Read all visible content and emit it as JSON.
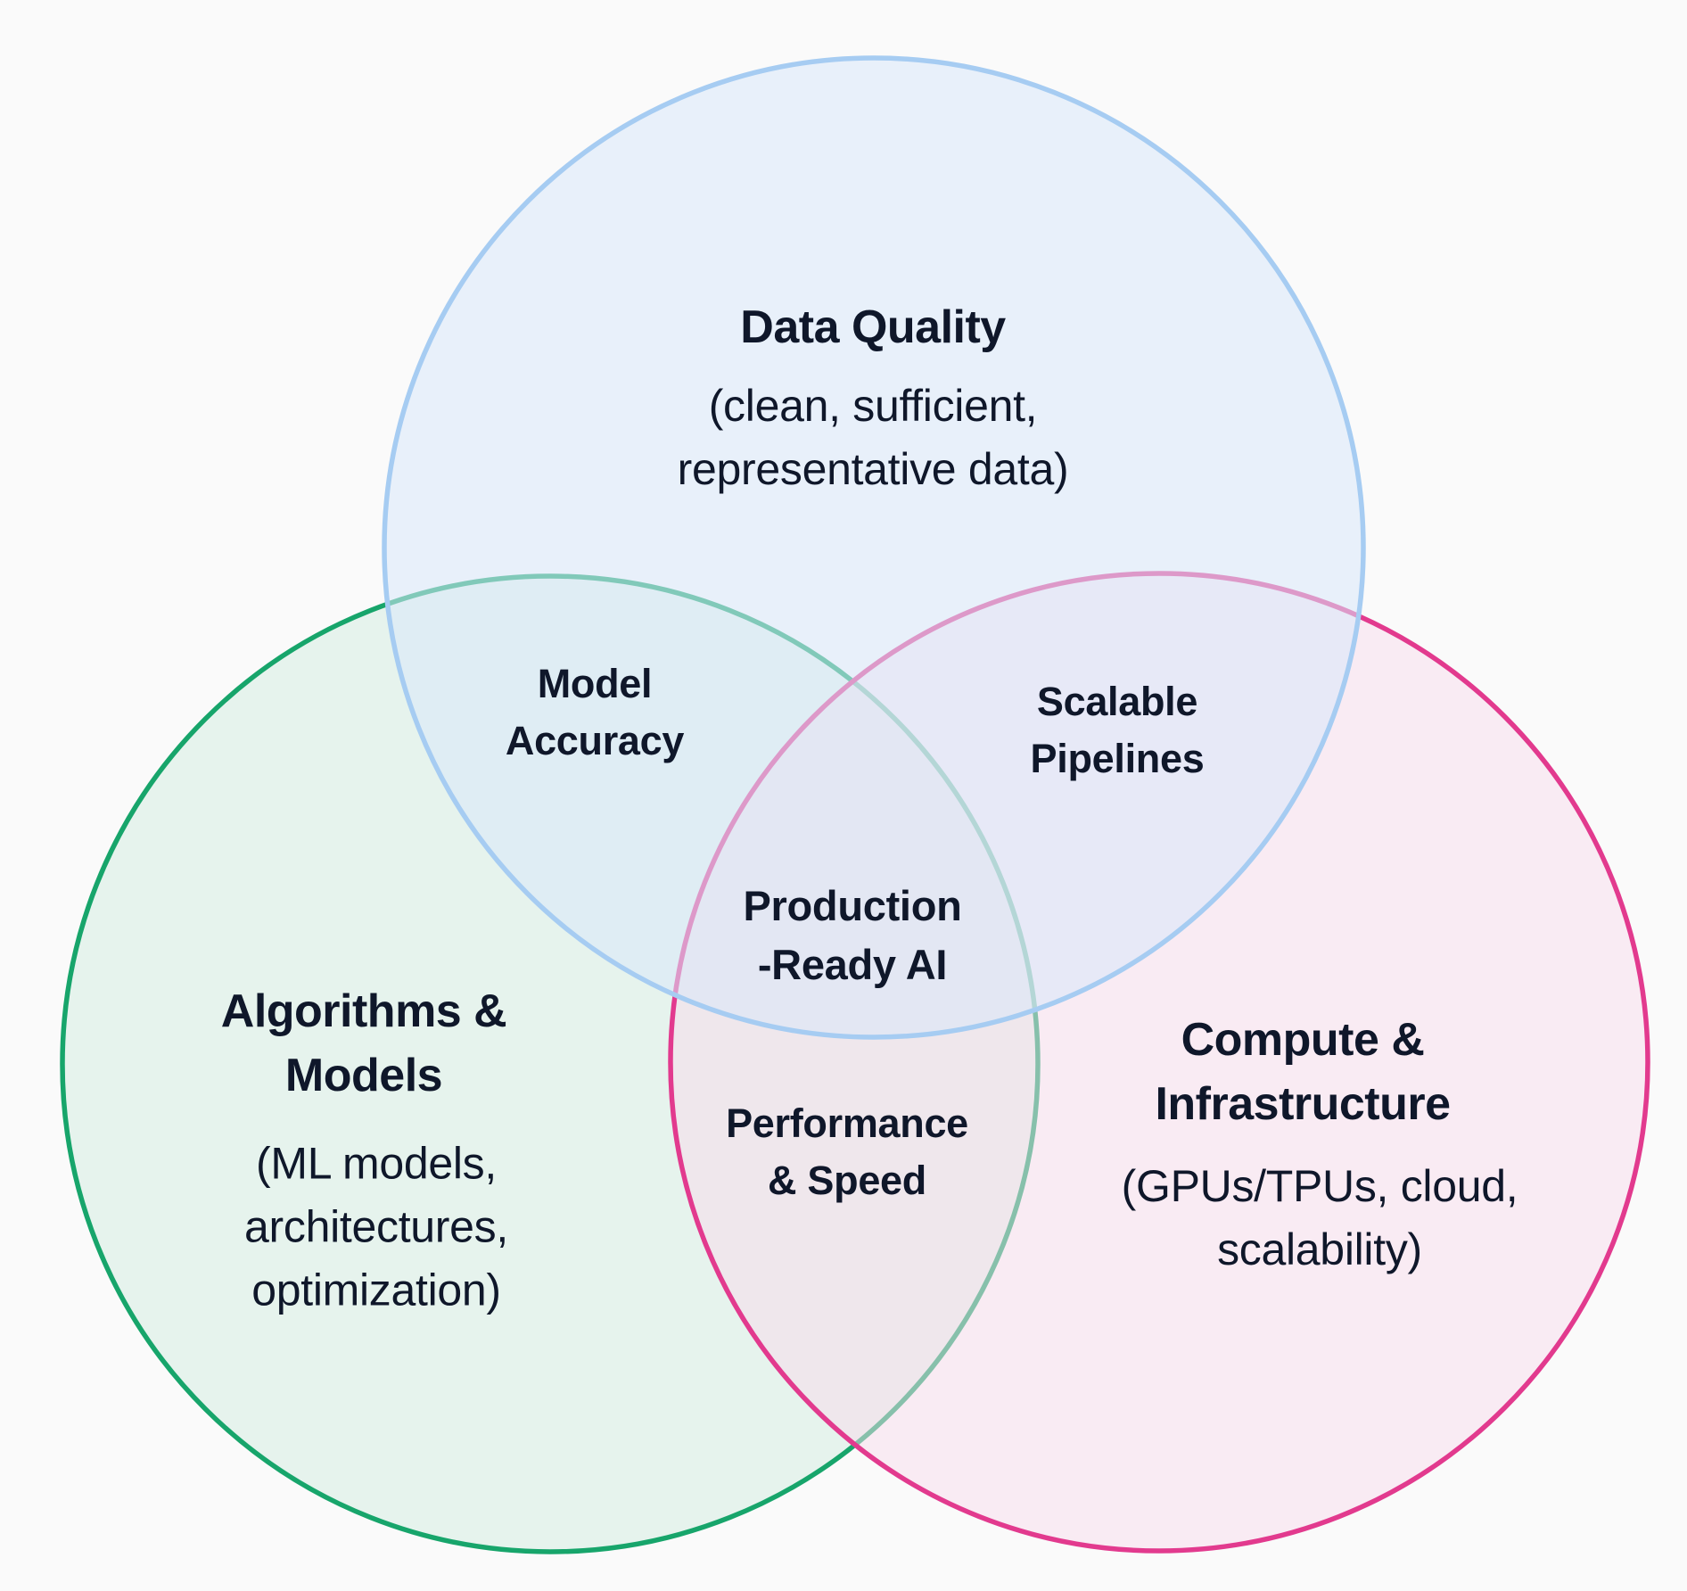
{
  "page": {
    "background": "#fafafa",
    "text_color": "#0f172a"
  },
  "venn": {
    "sets": [
      {
        "id": "algorithms-models",
        "title_lines": [
          "Algorithms &",
          "Models"
        ],
        "subtitle_lines": [
          "(ML models,",
          "architectures,",
          "optimization)"
        ],
        "stroke_color": "#17a56b",
        "fill_color": "rgba(209,235,223,0.5)"
      },
      {
        "id": "compute-infrastructure",
        "title_lines": [
          "Compute &",
          "Infrastructure"
        ],
        "subtitle_lines": [
          "(GPUs/TPUs, cloud,",
          "scalability)"
        ],
        "stroke_color": "#e23a8e",
        "fill_color": "rgba(247,219,236,0.5)"
      },
      {
        "id": "data-quality",
        "title_lines": [
          "Data Quality"
        ],
        "subtitle_lines": [
          "(clean, sufficient,",
          "representative data)"
        ],
        "stroke_color": "#a6ccf2",
        "fill_color": "rgba(216,232,250,0.55)"
      }
    ],
    "overlaps": {
      "model_accuracy": {
        "lines": [
          "Model",
          "Accuracy"
        ]
      },
      "scalable_pipelines": {
        "lines": [
          "Scalable",
          "Pipelines"
        ]
      },
      "performance_speed": {
        "lines": [
          "Performance",
          "& Speed"
        ]
      },
      "production_ready": {
        "lines": [
          "Production",
          "-Ready AI"
        ]
      }
    }
  }
}
